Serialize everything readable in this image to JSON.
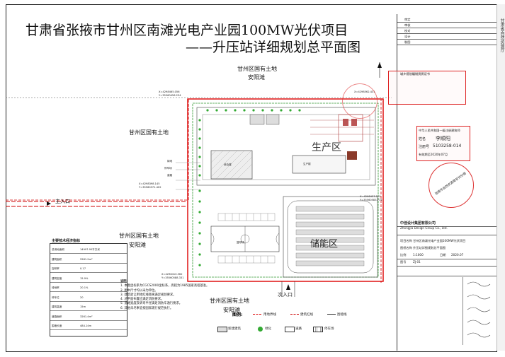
{
  "title": {
    "line1": "甘肃省张掖市甘州区南滩光电产业园100MW光伏项目",
    "line2": "——升压站详细规划总平面图"
  },
  "strip_text": "甘肃省自然资源厅",
  "zones": {
    "top_land": "甘州区国有土地",
    "top_name": "安阳滩",
    "left_land": "甘州区国有土地",
    "lower_land": "甘州区国有土地",
    "lower_name": "安阳滩",
    "bottom_land": "甘州区国有土地",
    "bottom_name": "安阳滩",
    "production": "生产区",
    "storage": "储能区"
  },
  "entrances": {
    "main": "主入口",
    "secondary": "次入口"
  },
  "coords": {
    "c1": "X=4298465.056",
    "c2": "Y=35560456.234",
    "c3": "X=4298562.431",
    "c4": "X=4298437.210",
    "c5": "Y=35560583.775",
    "c6": "X=4298410.562",
    "c7": "Y=35560588.331",
    "c8": "X=4298398.145",
    "c9": "Y=35560371.402"
  },
  "site_labels": {
    "green": "绿地",
    "parking": "停车场",
    "road": "道路",
    "bldg": "综合楼",
    "bldg2": "生产楼",
    "court": "篮球场"
  },
  "tech_table": {
    "header": "主要技术经济指标",
    "rows": [
      [
        "总用地面积",
        "14997.95平方米"
      ],
      [
        "建筑面积",
        "2581.9m²"
      ],
      [
        "容积率",
        "0.17"
      ],
      [
        "建筑密度",
        "15.9%"
      ],
      [
        "绿地率",
        "20.1%"
      ],
      [
        "停车位",
        "20"
      ],
      [
        "建筑高度",
        "15m"
      ],
      [
        "道路面积",
        "3261.4m²"
      ],
      [
        "围墙长度",
        "484.14m"
      ]
    ]
  },
  "notes": {
    "header": "说明：",
    "items": [
      "1. 本图坐标系为CGCS2000坐标系，高程为1985国家高程基准。",
      "2. 图中尺寸均以米为单位。",
      "3. 建筑退让用地红线距离满足规划要求。",
      "4. 总平面布置应满足消防要求。",
      "5. 道路宽度及转弯半径满足消防车通行要求。",
      "6. 其他未尽事宜按国家现行规范执行。"
    ]
  },
  "legend": {
    "header": "图例:",
    "items": [
      "用地界线",
      "建筑红线",
      "围墙线",
      "新建建筑",
      "绿化",
      "道路",
      "停车场"
    ]
  },
  "titleblock": {
    "rows": [
      "审定",
      "审核",
      "校对",
      "设计",
      "制图"
    ],
    "cert_header": "城乡规划编制资质证书",
    "company_cn": "中佳设计集团有限公司",
    "company_en": "Zhongjia Design Group Co., Ltd.",
    "project_label": "项目名称",
    "project": "甘州区南滩光电产业园100MW光伏项目",
    "drawing_label": "图纸名称",
    "drawing": "升压站详细规划总平面图",
    "scale_label": "比例",
    "scale": "1:1000",
    "date_label": "日期",
    "date": "2020.07",
    "number_label": "图号",
    "number": "ZJ-01"
  },
  "stamps": {
    "registered_header": "中华人民共和国一级注册建筑师",
    "name_label": "姓名",
    "name": "李顺阳",
    "reg_label": "注册号",
    "reg": "5103258-014",
    "validity": "有效期至2020年07月",
    "review": "张掖市自然资源局甘州分局"
  }
}
